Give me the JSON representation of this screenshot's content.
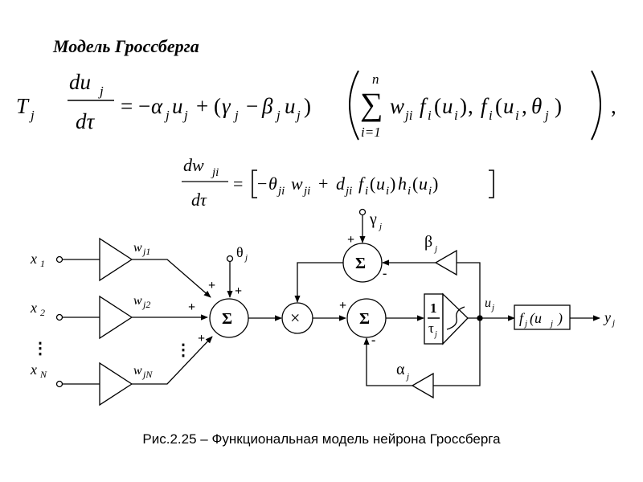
{
  "title": "Модель Гроссберга",
  "eq1": {
    "lhs_T": "T",
    "sub_j": "j",
    "num": "du",
    "den": "dτ",
    "eqsign": "=",
    "minus": "−",
    "alpha": "α",
    "u": "u",
    "plus": "+",
    "gamma": "γ",
    "beta": "β",
    "sum_top": "n",
    "sum_bottom": "i=1",
    "sigma": "∑",
    "w": "w",
    "sub_ji": "ji",
    "f": "f",
    "sub_i": "i",
    "theta": "θ",
    "comma": ","
  },
  "eq2": {
    "num": "dw",
    "sub_ji": "ji",
    "den": "dτ",
    "eqsign": "=",
    "theta": "θ",
    "d": "d",
    "h": "h"
  },
  "diagram": {
    "inputs": [
      {
        "x": "x",
        "sub": "1"
      },
      {
        "x": "x",
        "sub": "2"
      },
      {
        "x": "x",
        "sub": "N"
      }
    ],
    "weights": [
      {
        "w": "w",
        "sub": "j1"
      },
      {
        "w": "w",
        "sub": "j2"
      },
      {
        "w": "w",
        "sub": "jN"
      }
    ],
    "dots": "⋮",
    "sum_symbol": "Σ",
    "mult_symbol": "×",
    "theta": "θ",
    "gamma": "γ",
    "beta": "β",
    "alpha": "α",
    "sub_j": "j",
    "plus": "+",
    "minus": "-",
    "tau_num": "1",
    "tau_den": "τ",
    "u": "u",
    "f_label": "f",
    "f_arg": "(u",
    "f_close": ")",
    "y": "y"
  },
  "caption": "Рис.2.25 – Функциональная модель нейрона Гроссберга"
}
